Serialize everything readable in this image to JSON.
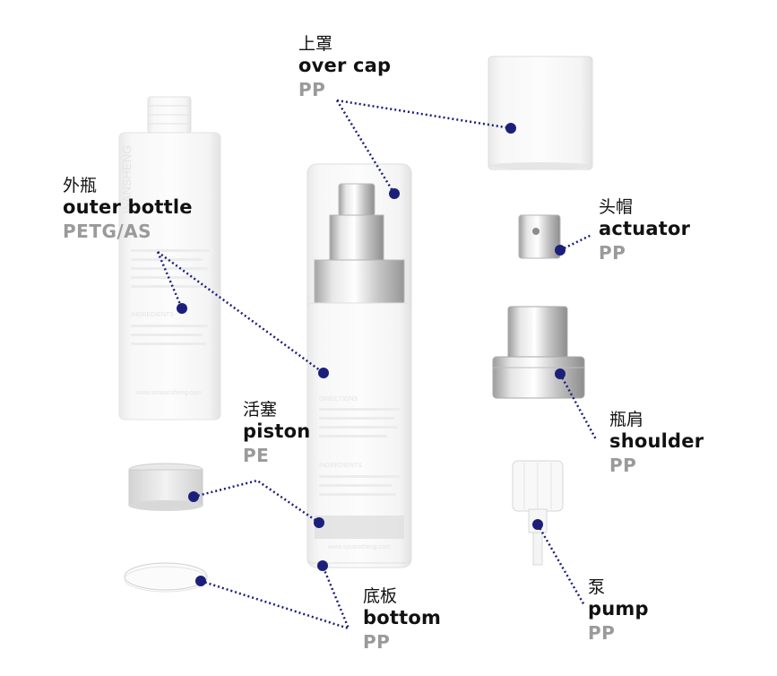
{
  "parts": [
    {
      "key": "over_cap",
      "zh": "上罩",
      "en": "over cap",
      "material": "PP"
    },
    {
      "key": "outer_bottle",
      "zh": "外瓶",
      "en": "outer bottle",
      "material": "PETG/AS"
    },
    {
      "key": "actuator",
      "zh": "头帽",
      "en": "actuator",
      "material": "PP"
    },
    {
      "key": "piston",
      "zh": "活塞",
      "en": "piston",
      "material": "PE"
    },
    {
      "key": "shoulder",
      "zh": "瓶肩",
      "en": "shoulder",
      "material": "PP"
    },
    {
      "key": "bottom",
      "zh": "底板",
      "en": "bottom",
      "material": "PP"
    },
    {
      "key": "pump",
      "zh": "泵",
      "en": "pump",
      "material": "PP"
    }
  ],
  "bottle_print": {
    "brand": "WANSHENG",
    "website_left": "www.sinwansheng.com",
    "website_center": "www.syuansheng.com",
    "section_directions": "DIRECTIONS",
    "section_ingredients": "INGREDIENTS"
  },
  "colors": {
    "connector": "#1c1f7a",
    "material_text": "#9a9a9a"
  }
}
